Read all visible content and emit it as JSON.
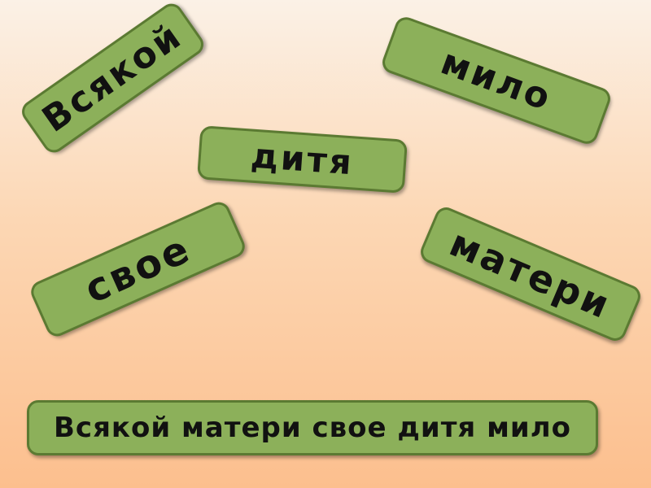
{
  "slide": {
    "word_cards": [
      {
        "id": "vsyakoi",
        "text": "Всякой"
      },
      {
        "id": "milo",
        "text": "мило"
      },
      {
        "id": "ditya",
        "text": "дитя"
      },
      {
        "id": "svoe",
        "text": "свое"
      },
      {
        "id": "materi",
        "text": "матери"
      }
    ],
    "answer_phrase": "Всякой матери свое дитя мило"
  },
  "colors": {
    "card_fill": "#8cb05a",
    "card_border": "#5b7a32",
    "background_top": "#fbf1e6",
    "background_bottom": "#fcbf8e"
  }
}
